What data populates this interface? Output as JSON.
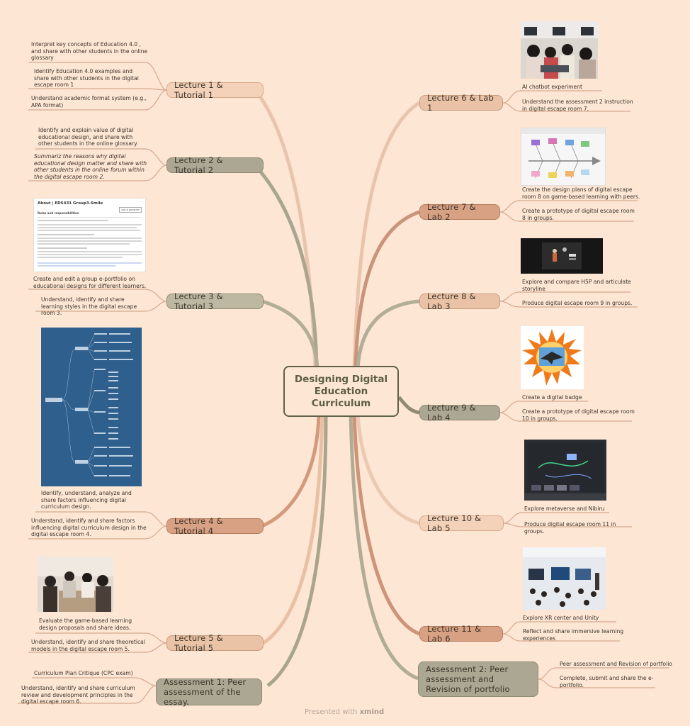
{
  "center": {
    "title": "Designing Digital Education Curriculum"
  },
  "left": [
    {
      "label": "Lecture 1 & Tutorial 1",
      "notes": [
        "Interpret key concepts of Education 4.0 , and share with other students in the online glossary",
        "Identify Education 4.0 examples and share with other students in the digital escape room 1",
        "Understand academic format system (e.g., APA format)"
      ]
    },
    {
      "label": "Lecture 2 & Tutorial 2",
      "notes": [
        "Identify and explain value of digital educational design, and share with other students in the online glossary.",
        "Summariz the reasons why digital educational design matter and share with other students in the online forum within the digital escape room 2."
      ]
    },
    {
      "label": "Lecture 3 & Tutorial 3",
      "notes": [
        "Create and edit a group e-portfolio on educational designs for different learners.",
        "Understand, identify and share learning styles in the digital escape room 3."
      ]
    },
    {
      "label": "Lecture 4 & Tutorial 4",
      "notes": [
        "Identify, understand, analyze and share factors influencing digital curriculum design.",
        "Understand, identify and share factors influencing digital curriculum design in the digital escape room 4."
      ]
    },
    {
      "label": "Lecture 5 & Tutorial 5",
      "notes": [
        "Evaluate the game-based learning design proposals and share ideas.",
        "Understand, identify and share theoretical models in the digital escape room 5."
      ]
    },
    {
      "label": "Assessment 1: Peer assessment of the essay.",
      "notes": [
        "Curriculum Plan Critique (CPC exam)",
        "Understand, identify and share curriculum review and development principles in the digital escape room 6."
      ]
    }
  ],
  "right": [
    {
      "label": "Lecture 6 & Lab 1",
      "notes": [
        "AI chatbot experiment",
        "Understand the assessment 2 instruction in digital escape room 7."
      ]
    },
    {
      "label": "Lecture 7 & Lab 2",
      "notes": [
        "Create the design plans of digital escape room 8 on game-based learning with peers.",
        "Create a prototype of digital escape room 8 in groups."
      ]
    },
    {
      "label": "Lecture 8 & Lab 3",
      "notes": [
        "Explore and compare H5P and articulate storyline",
        "Produce digital escape room 9 in groups."
      ]
    },
    {
      "label": "Lecture 9 & Lab 4",
      "notes": [
        "Create a digital badge",
        "Create a prototype of digital escape room 10 in groups."
      ]
    },
    {
      "label": "Lecture 10 & Lab 5",
      "notes": [
        "Explore metaverse and Nibiru",
        "Produce digital escape room 11 in groups."
      ]
    },
    {
      "label": "Lecture 11 & Lab 6",
      "notes": [
        "Explore XR center and Unity",
        "Reflect and share immersive learning experiences"
      ]
    },
    {
      "label": "Assessment 2: Peer assessment and Revision of portfolio",
      "notes": [
        "Peer assessment and Revision of portfolio",
        "Complete, submit and share the e-portfolio."
      ]
    }
  ],
  "portfolio_page": {
    "title": "About | EDS431 Group3-Smile",
    "subtitle": "Roles and responsibilities",
    "tag": "Ask a question"
  },
  "footer": {
    "prefix": "Presented with",
    "brand": "xmind"
  },
  "colors": {
    "background": "#fde6d4",
    "center_border": "#5e6148",
    "beige": "#f4d1b9",
    "sage": "#aba792",
    "rust": "#d9a184",
    "clay": "#eac2a6"
  }
}
